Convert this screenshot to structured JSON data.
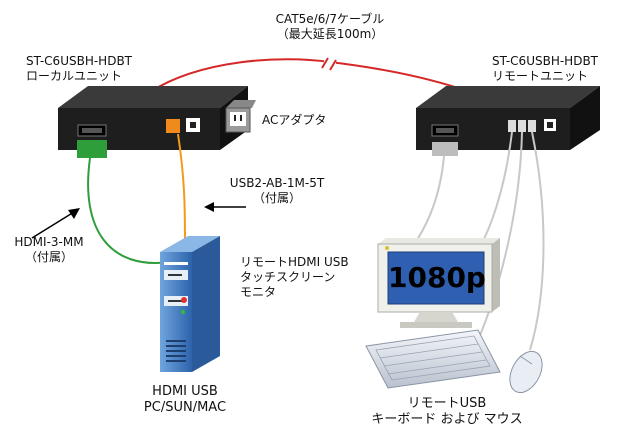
{
  "cable": {
    "line1": "CAT5e/6/7ケーブル",
    "line2": "（最大延長100m）"
  },
  "local_unit": {
    "model": "ST-C6USBH-HDBT",
    "role": "ローカルユニット"
  },
  "remote_unit": {
    "model": "ST-C6USBH-HDBT",
    "role": "リモートユニット"
  },
  "ac_adapter": "ACアダプタ",
  "usb_cable": {
    "line1": "USB2-AB-1M-5T",
    "line2": "（付属）"
  },
  "hdmi_cable": {
    "line1": "HDMI-3-MM",
    "line2": "（付属）"
  },
  "monitor": {
    "screen_text": "1080p",
    "line1": "リモートHDMI USB",
    "line2": "タッチスクリーン",
    "line3": "モニタ"
  },
  "pc": {
    "line1": "HDMI USB",
    "line2": "PC/SUN/MAC"
  },
  "peripherals": {
    "line1": "リモートUSB",
    "line2": "キーボード および マウス"
  },
  "colors": {
    "cat_cable": "#d62828",
    "hdmi_cable": "#2e9e3a",
    "usb_cable": "#f39a1e",
    "remote_cables": "#c8c8c8",
    "pc_body": "#3f7ec8",
    "screen": "#2f5fb0"
  }
}
